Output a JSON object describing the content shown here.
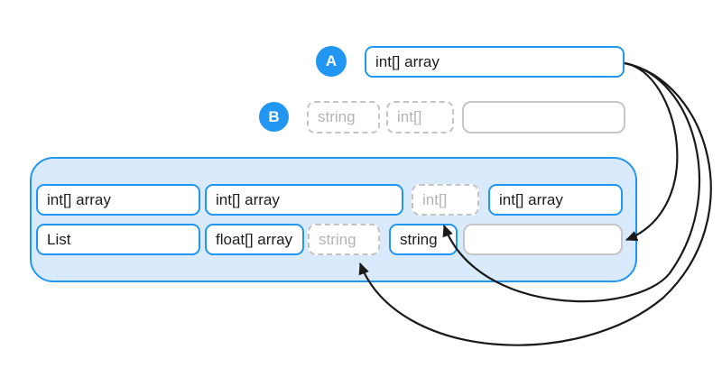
{
  "palette": {
    "accent_blue": "#2196F3",
    "pool_fill": "#D9EAFC",
    "dashed_border": "#C4C4C4",
    "muted_text": "#B4B4B4",
    "empty_border": "#C6C6C6",
    "arrow_color": "#1A1A1A",
    "text_color": "#1C1C1C"
  },
  "badges": {
    "a": "A",
    "b": "B"
  },
  "row_a": {
    "box": {
      "label": "int[] array",
      "variant": "solid"
    }
  },
  "row_b": {
    "boxes": [
      {
        "label": "string",
        "variant": "dashed"
      },
      {
        "label": "int[]",
        "variant": "dashed"
      },
      {
        "label": "",
        "variant": "empty"
      }
    ]
  },
  "pool": {
    "row1": [
      {
        "label": "int[] array",
        "variant": "solid"
      },
      {
        "label": "int[] array",
        "variant": "solid"
      },
      {
        "label": "int[]",
        "variant": "dashed"
      },
      {
        "label": "int[] array",
        "variant": "solid"
      }
    ],
    "row2": [
      {
        "label": "List",
        "variant": "solid"
      },
      {
        "label": "float[] array",
        "variant": "solid"
      },
      {
        "label": "string",
        "variant": "dashed"
      },
      {
        "label": "string",
        "variant": "solid"
      },
      {
        "label": "",
        "variant": "empty"
      }
    ]
  },
  "arrows": [
    {
      "from": "row-a-box",
      "to": "pool-row2-empty-box"
    },
    {
      "from": "row-a-box",
      "to": "pool-row1-int-dashed-box"
    },
    {
      "from": "row-a-box",
      "to": "pool-row2-string-dashed-box"
    }
  ]
}
